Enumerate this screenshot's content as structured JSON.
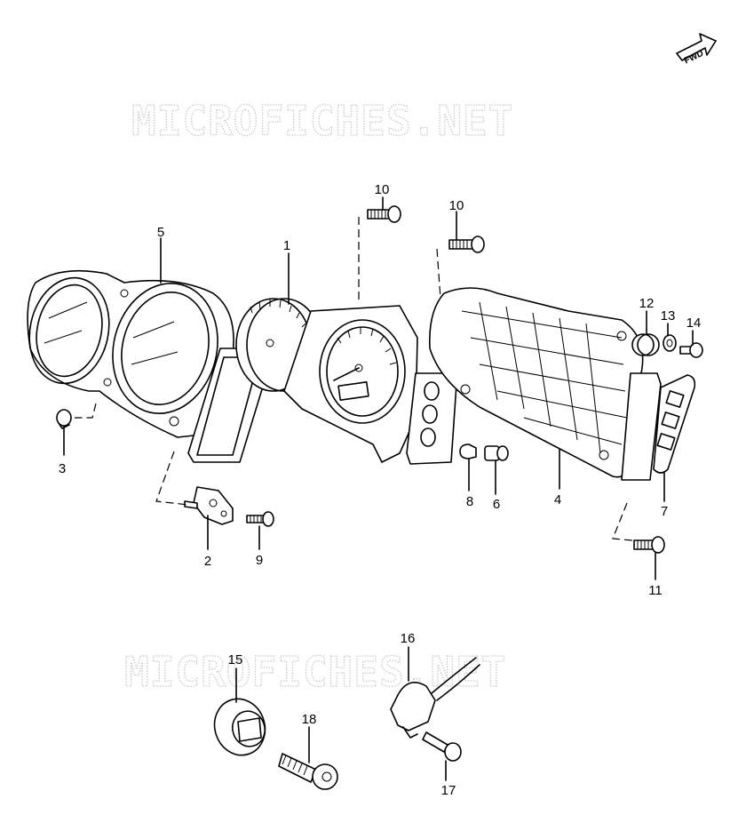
{
  "badge": {
    "text": "FWD"
  },
  "watermark": {
    "top": "MICROFICHES.NET",
    "bottom": "MICROFICHES.NET"
  },
  "callouts": {
    "c1": "1",
    "c2": "2",
    "c3": "3",
    "c4": "4",
    "c5": "5",
    "c6": "6",
    "c7": "7",
    "c8": "8",
    "c9": "9",
    "c10a": "10",
    "c10b": "10",
    "c11": "11",
    "c12": "12",
    "c13": "13",
    "c14": "14",
    "c15": "15",
    "c16": "16",
    "c17": "17",
    "c18": "18"
  },
  "icons": {
    "direction": "fwd-arrow-icon"
  }
}
